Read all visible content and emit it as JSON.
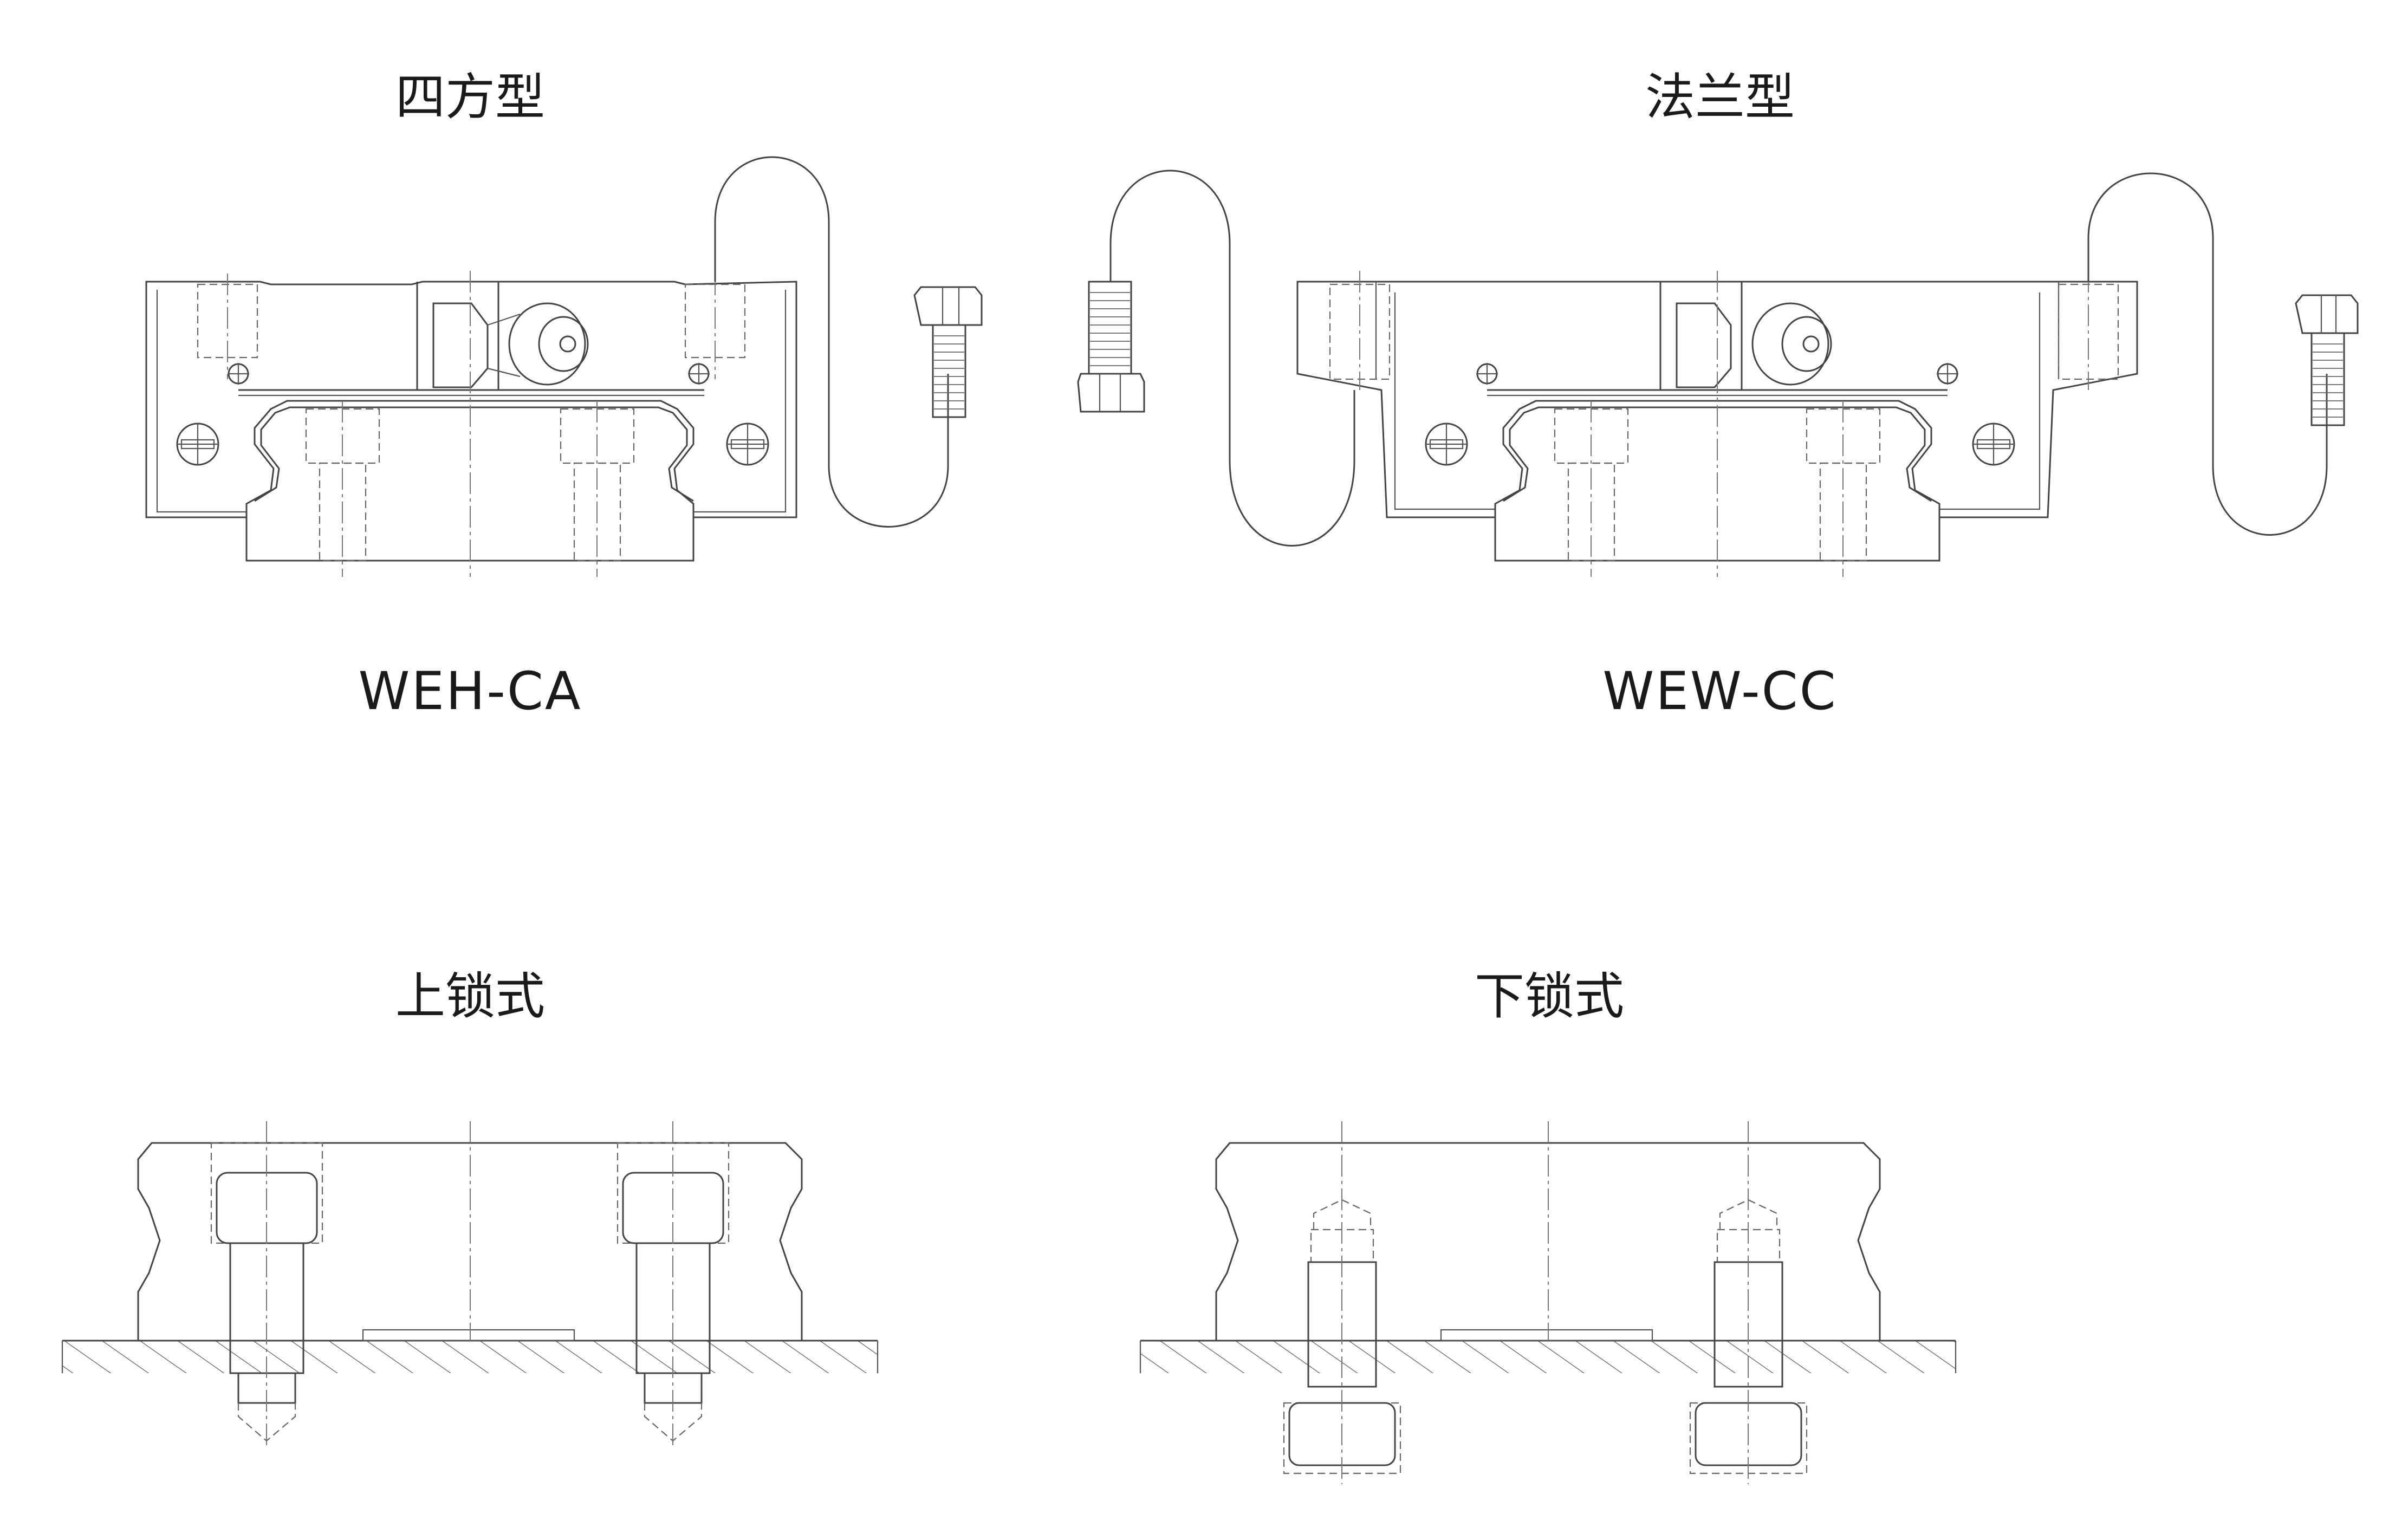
{
  "labels": {
    "top_left_title": "四方型",
    "top_right_title": "法兰型",
    "top_left_model": "WEH-CA",
    "top_right_model": "WEW-CC",
    "bottom_left_title": "上锁式",
    "bottom_right_title": "下锁式"
  }
}
